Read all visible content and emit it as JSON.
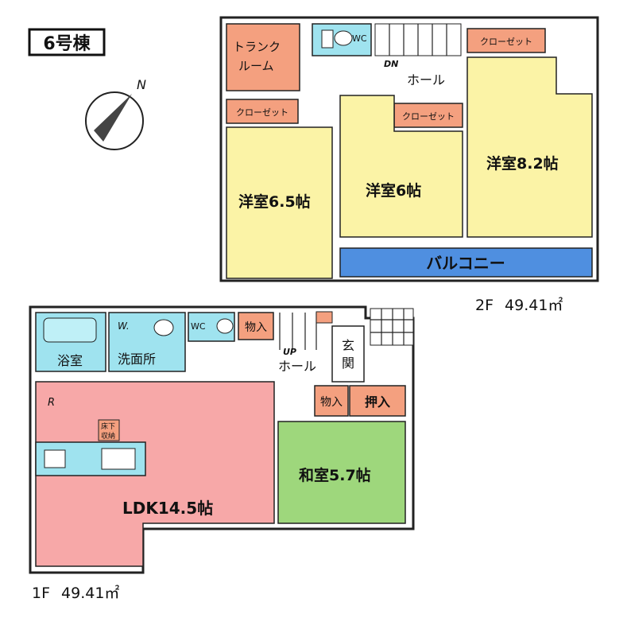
{
  "building": "6号棟",
  "compass": {
    "north_label": "N",
    "icon": "compass-icon"
  },
  "floor2": {
    "label": "2F",
    "area": "49.41㎡",
    "rooms": {
      "trunk_room": "トランク\nルーム",
      "wc": "WC",
      "dn": "DN",
      "hall": "ホール",
      "closet_a": "クローゼット",
      "closet_b": "クローゼット",
      "closet_c": "クローゼット",
      "western_65": "洋室6.5帖",
      "western_6": "洋室6帖",
      "western_82": "洋室8.2帖",
      "balcony": "バルコニー"
    }
  },
  "floor1": {
    "label": "1F",
    "area": "49.41㎡",
    "rooms": {
      "bath": "浴室",
      "washroom": "洗面所",
      "w_mark": "W.",
      "wc": "WC",
      "storage_a": "物入",
      "up": "UP",
      "hall": "ホール",
      "entrance": "玄\n関",
      "storage_b": "物入",
      "oshiire": "押入",
      "floor_storage": "床下\n収納",
      "r_mark": "R",
      "ldk": "LDK14.5帖",
      "washitsu": "和室5.7帖"
    }
  },
  "colors": {
    "western": "#fbf3a6",
    "closet": "#f4a07f",
    "balcony": "#4f8fe0",
    "ldk": "#f7a8a8",
    "washitsu": "#9ed77c",
    "wet": "#9fe3ef",
    "hall": "#ffffff"
  }
}
